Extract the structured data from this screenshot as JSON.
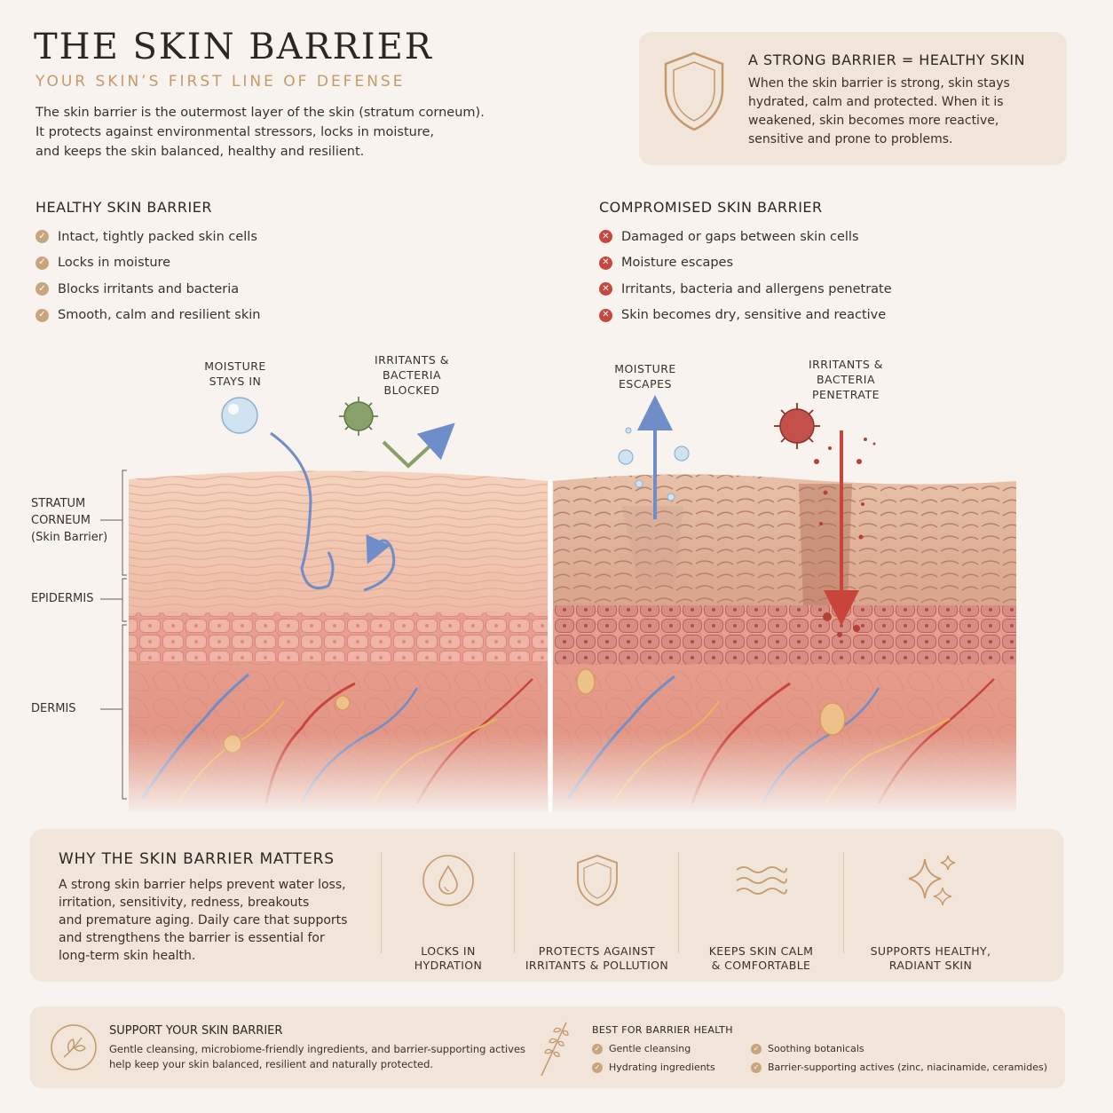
{
  "header": {
    "title": "THE SKIN BARRIER",
    "subtitle": "YOUR SKIN’S FIRST LINE OF DEFENSE",
    "intro_lines": [
      "The skin barrier is the outermost layer of the skin (stratum corneum).",
      "It protects against environmental stressors, locks in moisture,",
      "and keeps the skin balanced, healthy and resilient."
    ]
  },
  "callout": {
    "icon": "shield-icon",
    "title": "A STRONG BARRIER = HEALTHY SKIN",
    "lines": [
      "When the skin barrier is strong, skin stays",
      "hydrated, calm and protected. When it is",
      "weakened, skin becomes more reactive,",
      "sensitive and prone to problems."
    ]
  },
  "healthy": {
    "title": "HEALTHY SKIN BARRIER",
    "items": [
      "Intact, tightly packed skin cells",
      "Locks in moisture",
      "Blocks irritants and bacteria",
      "Smooth, calm and resilient skin"
    ]
  },
  "compromised": {
    "title": "COMPROMISED SKIN BARRIER",
    "items": [
      "Damaged or gaps between skin cells",
      "Moisture escapes",
      "Irritants, bacteria and allergens penetrate",
      "Skin becomes dry, sensitive and reactive"
    ]
  },
  "diagram": {
    "labels": {
      "moisture_in": "MOISTURE\nSTAYS IN",
      "irritants_blocked": "IRRITANTS &\nBACTERIA\nBLOCKED",
      "moisture_out": "MOISTURE\nESCAPES",
      "irritants_in": "IRRITANTS &\nBACTERIA\nPENETRATE"
    },
    "layers": {
      "stratum": "STRATUM\nCORNEUM\n(Skin Barrier)",
      "epidermis": "EPIDERMIS",
      "dermis": "DERMIS"
    },
    "colors": {
      "corneum": "#f0cbb4",
      "epidermis": "#e8a79a",
      "dermis": "#e59a8a",
      "vein": "#6f8ec9",
      "artery": "#c9453c",
      "nerve": "#e8b75c"
    }
  },
  "matters": {
    "title": "WHY THE SKIN BARRIER MATTERS",
    "lines": [
      "A strong skin barrier helps prevent water loss,",
      "irritation, sensitivity, redness, breakouts",
      "and premature aging. Daily care that supports",
      "and strengthens the barrier is essential for",
      "long-term skin health."
    ],
    "benefits": [
      {
        "icon": "water-drop-icon",
        "label": "LOCKS IN\nHYDRATION"
      },
      {
        "icon": "shield-icon",
        "label": "PROTECTS AGAINST\nIRRITANTS & POLLUTION"
      },
      {
        "icon": "waves-icon",
        "label": "KEEPS SKIN CALM\n& COMFORTABLE"
      },
      {
        "icon": "sparkle-icon",
        "label": "SUPPORTS HEALTHY,\nRADIANT SKIN"
      }
    ]
  },
  "support": {
    "icon": "leaf-icon",
    "title": "SUPPORT YOUR SKIN BARRIER",
    "lines": [
      "Gentle cleansing, microbiome-friendly ingredients, and barrier-supporting actives",
      "help keep your skin balanced, resilient and naturally protected."
    ],
    "best_title": "BEST FOR BARRIER HEALTH",
    "best_items": [
      "Gentle cleansing",
      "Hydrating ingredients",
      "Soothing botanicals",
      "Barrier-supporting actives (zinc, niacinamide, ceramides)"
    ]
  },
  "colors": {
    "accent": "#c49a6c",
    "ok": "#c9a57e",
    "bad": "#c8483f",
    "panel": "#f1e4d9"
  }
}
